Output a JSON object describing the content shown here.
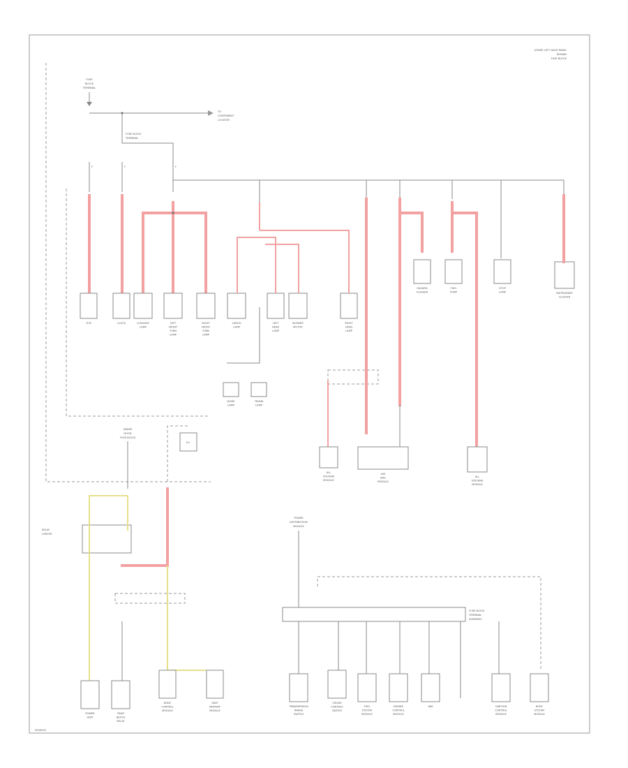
{
  "diagram": {
    "header_note": [
      "LOWER LEFT DASH PANEL",
      "BEHIND",
      "FUSE BLOCK"
    ],
    "fuse_block_top_label": [
      "FUSE",
      "BLOCK",
      "TERMINAL"
    ],
    "to_label": [
      "TO",
      "COMPONENT",
      "LOCATOR"
    ],
    "under_hood_label": [
      "UNDER",
      "HOOD",
      "FUSE BLOCK"
    ],
    "mid_fuse_block_label": [
      "FUSE BLOCK",
      "TERMINAL"
    ],
    "bottom_module_label": [
      "FUSE BLOCK",
      "TERMINAL",
      "ASSEMBLY"
    ],
    "relay_label": [
      "RELAY",
      "CENTER"
    ],
    "lower_right_module_label": [
      "POWER",
      "DISTRIBUTION",
      "MODULE"
    ],
    "footer_code": "0000000",
    "upper_components": [
      {
        "id": "c1",
        "label": [
          "TCM"
        ]
      },
      {
        "id": "c2",
        "label": [
          "CLOCK"
        ]
      },
      {
        "id": "c3",
        "label": [
          "LUGGAGE",
          "LAMP"
        ]
      },
      {
        "id": "c4",
        "label": [
          "LEFT",
          "FRONT",
          "TURN",
          "LAMP"
        ]
      },
      {
        "id": "c5",
        "label": [
          "RIGHT",
          "FRONT",
          "TURN",
          "LAMP"
        ]
      },
      {
        "id": "c6",
        "label": [
          "CARGO",
          "LAMP"
        ]
      },
      {
        "id": "c7",
        "label": [
          "LEFT",
          "HEAD",
          "LAMP"
        ]
      },
      {
        "id": "c8",
        "label": [
          "BLOWER",
          "MOTOR"
        ]
      },
      {
        "id": "c9",
        "label": [
          "RIGHT",
          "HEAD",
          "LAMP"
        ]
      },
      {
        "id": "c10",
        "label": [
          "HAZARD",
          "FLASHER"
        ]
      },
      {
        "id": "c11",
        "label": [
          "FUEL",
          "PUMP"
        ]
      },
      {
        "id": "c12",
        "label": [
          "STOP",
          "LAMP"
        ]
      },
      {
        "id": "c13",
        "label": [
          "INSTRUMENT",
          "CLUSTER"
        ]
      }
    ],
    "mid_components": [
      {
        "id": "m1",
        "label": [
          "DOME",
          "LAMP"
        ]
      },
      {
        "id": "m2",
        "label": [
          "TRUNK",
          "LAMP"
        ]
      },
      {
        "id": "m3",
        "label": [
          "ALL",
          "SYSTEMS",
          "MODULE"
        ]
      },
      {
        "id": "m4",
        "label": [
          "AIR",
          "BAG",
          "MODULE"
        ]
      },
      {
        "id": "m5",
        "label": [
          "ALL",
          "SYSTEMS",
          "MODULE"
        ]
      }
    ],
    "lower_components": [
      {
        "id": "l1",
        "label": [
          "POWER",
          "SEAT"
        ]
      },
      {
        "id": "l2",
        "label": [
          "REAR",
          "DEFOG",
          "RELAY"
        ]
      },
      {
        "id": "l3",
        "label": [
          "BODY",
          "CONTROL",
          "MODULE"
        ]
      },
      {
        "id": "l4",
        "label": [
          "SEAT",
          "MEMORY",
          "MODULE"
        ]
      },
      {
        "id": "l5",
        "label": [
          "TRANSMISSION",
          "RANGE",
          "SWITCH"
        ]
      },
      {
        "id": "l6",
        "label": [
          "CRUISE",
          "CONTROL",
          "SWITCH"
        ]
      },
      {
        "id": "l7",
        "label": [
          "FUEL",
          "SYSTEM",
          "MODULE"
        ]
      },
      {
        "id": "l8",
        "label": [
          "ENGINE",
          "CONTROL",
          "MODULE"
        ]
      },
      {
        "id": "l9",
        "label": [
          "ABS"
        ]
      },
      {
        "id": "l10",
        "label": [
          "IGNITION",
          "CONTROL",
          "MODULE"
        ]
      },
      {
        "id": "l11",
        "label": [
          "BODY",
          "SYSTEM",
          "MODULE"
        ]
      }
    ]
  }
}
